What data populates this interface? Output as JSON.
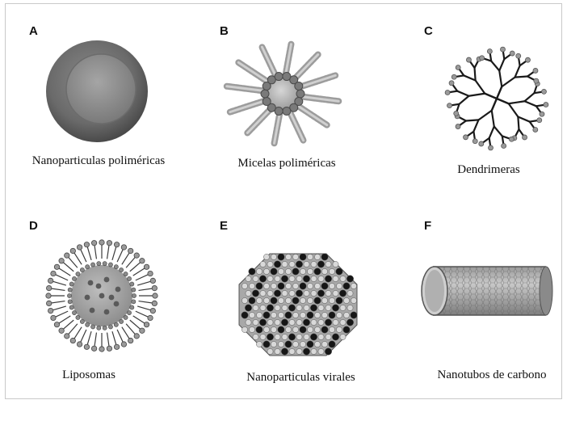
{
  "panels": [
    {
      "letter": "A",
      "caption": "Nanoparticulas poliméricas",
      "icon": "polymeric-nanoparticle-icon"
    },
    {
      "letter": "B",
      "caption": "Micelas poliméricas",
      "icon": "polymeric-micelle-icon"
    },
    {
      "letter": "C",
      "caption": "Dendrimeras",
      "icon": "dendrimer-icon"
    },
    {
      "letter": "D",
      "caption": "Liposomas",
      "icon": "liposome-icon"
    },
    {
      "letter": "E",
      "caption": "Nanoparticulas virales",
      "icon": "viral-nanoparticle-icon"
    },
    {
      "letter": "F",
      "caption": "Nanotubos de carbono",
      "icon": "carbon-nanotube-icon"
    }
  ],
  "colors": {
    "dark_grey": "#5a5a5a",
    "mid_grey": "#8c8c8c",
    "light_grey": "#bdbdbd",
    "black": "#111111"
  }
}
